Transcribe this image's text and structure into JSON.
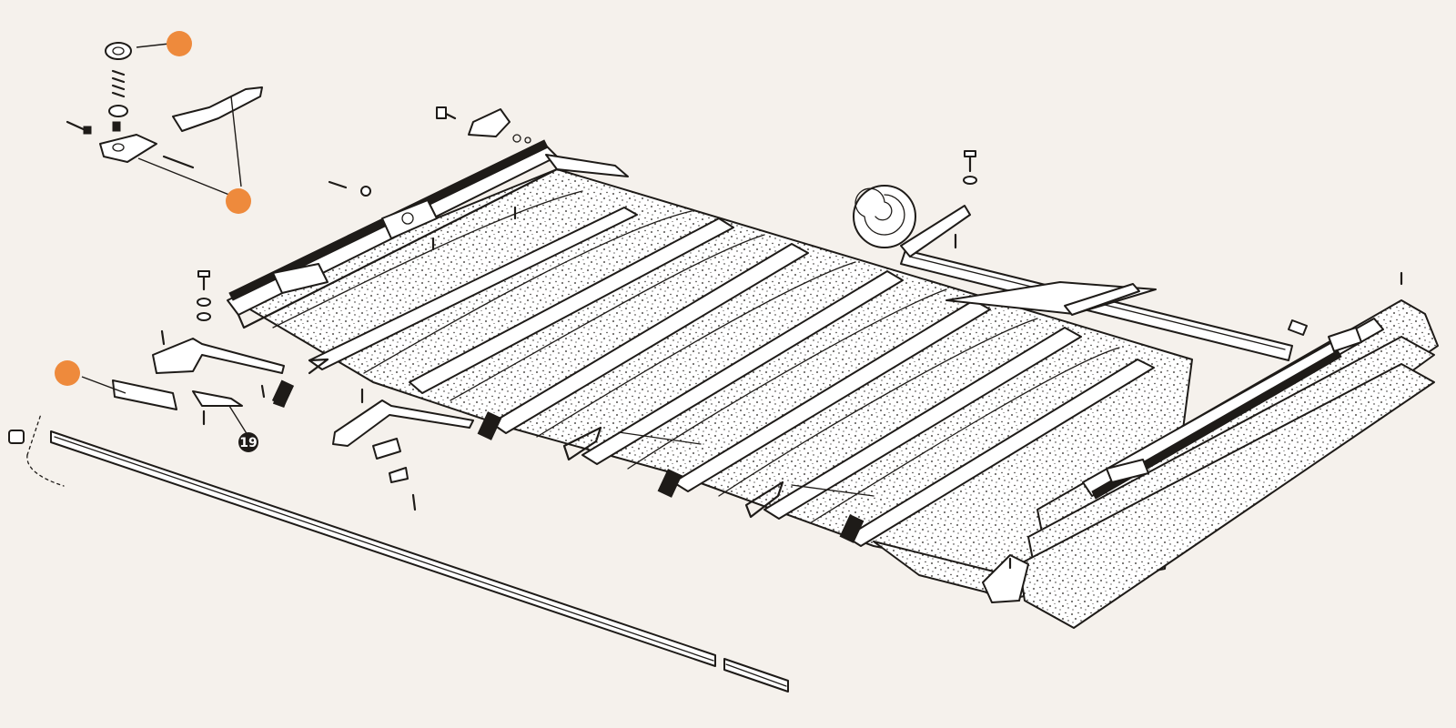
{
  "colors": {
    "background": "#f5f1ec",
    "ink": "#1e1b18",
    "hotspot": "#ee8a3c",
    "fabric": "#ffffff"
  },
  "labels": {
    "part_number": "19"
  },
  "hotspots": [
    {
      "id": "hotspot-top-fastener"
    },
    {
      "id": "hotspot-latch-handle"
    },
    {
      "id": "hotspot-side-bracket"
    }
  ]
}
